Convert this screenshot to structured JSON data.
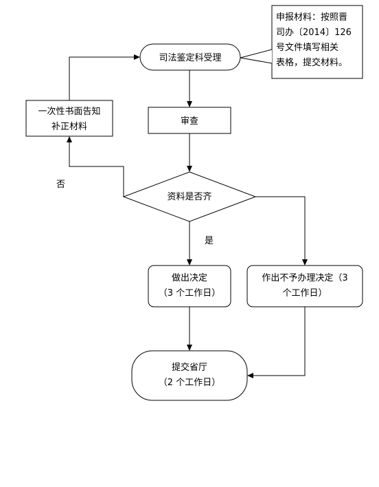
{
  "nodes": {
    "accept": {
      "text": "司法鉴定科受理"
    },
    "review": {
      "text": "审查"
    },
    "complete_check": {
      "text": "资料是否齐"
    },
    "notify": {
      "line1": "一次性书面告知",
      "line2": "补正材料"
    },
    "decide": {
      "line1": "做出决定",
      "line2": "（3 个工作日）"
    },
    "reject": {
      "line1": "作出不予办理决定（3",
      "line2": "个工作日）"
    },
    "submit": {
      "line1": "提交省厅",
      "line2": "（2 个工作日）"
    }
  },
  "note": {
    "line1": "申报材料：按照晋",
    "line2": "司办〔2014〕126",
    "line3": "号文件填写相关",
    "line4": "表格，提交材料。"
  },
  "edges": {
    "no_label": "否",
    "yes_label": "是"
  },
  "colors": {
    "stroke": "#000000",
    "fill": "#ffffff"
  }
}
